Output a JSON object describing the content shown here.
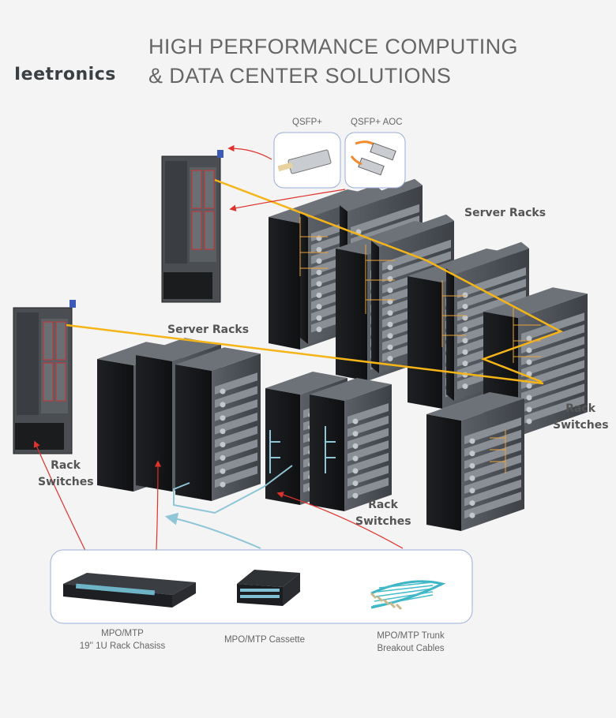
{
  "logo": {
    "text": "Ieetronics"
  },
  "title": {
    "line1": "HIGH PERFORMANCE COMPUTING",
    "line2": "& DATA CENTER SOLUTIONS"
  },
  "transceivers": {
    "qsfp_label": "QSFP+",
    "aoc_label": "QSFP+ AOC"
  },
  "labels": {
    "server_racks_top": "Server Racks",
    "server_racks_mid": "Server Racks",
    "rack_switches_right_1": "Rack",
    "rack_switches_right_2": "Switches",
    "rack_switches_left_1": "Rack",
    "rack_switches_left_2": "Switches",
    "rack_switches_center_1": "Rack",
    "rack_switches_center_2": "Switches"
  },
  "products": {
    "chassis_line1": "MPO/MTP",
    "chassis_line2": "19'' 1U Rack Chasiss",
    "cassette": "MPO/MTP Cassette",
    "trunk_line1": "MPO/MTP Trunk",
    "trunk_line2": "Breakout Cables"
  },
  "colors": {
    "fiber_yellow": "#f5b418",
    "fiber_blue": "#8ec6d8",
    "arrow_red": "#e0322c",
    "rack_dark": "#2b2e32",
    "rack_front": "#50555b"
  }
}
